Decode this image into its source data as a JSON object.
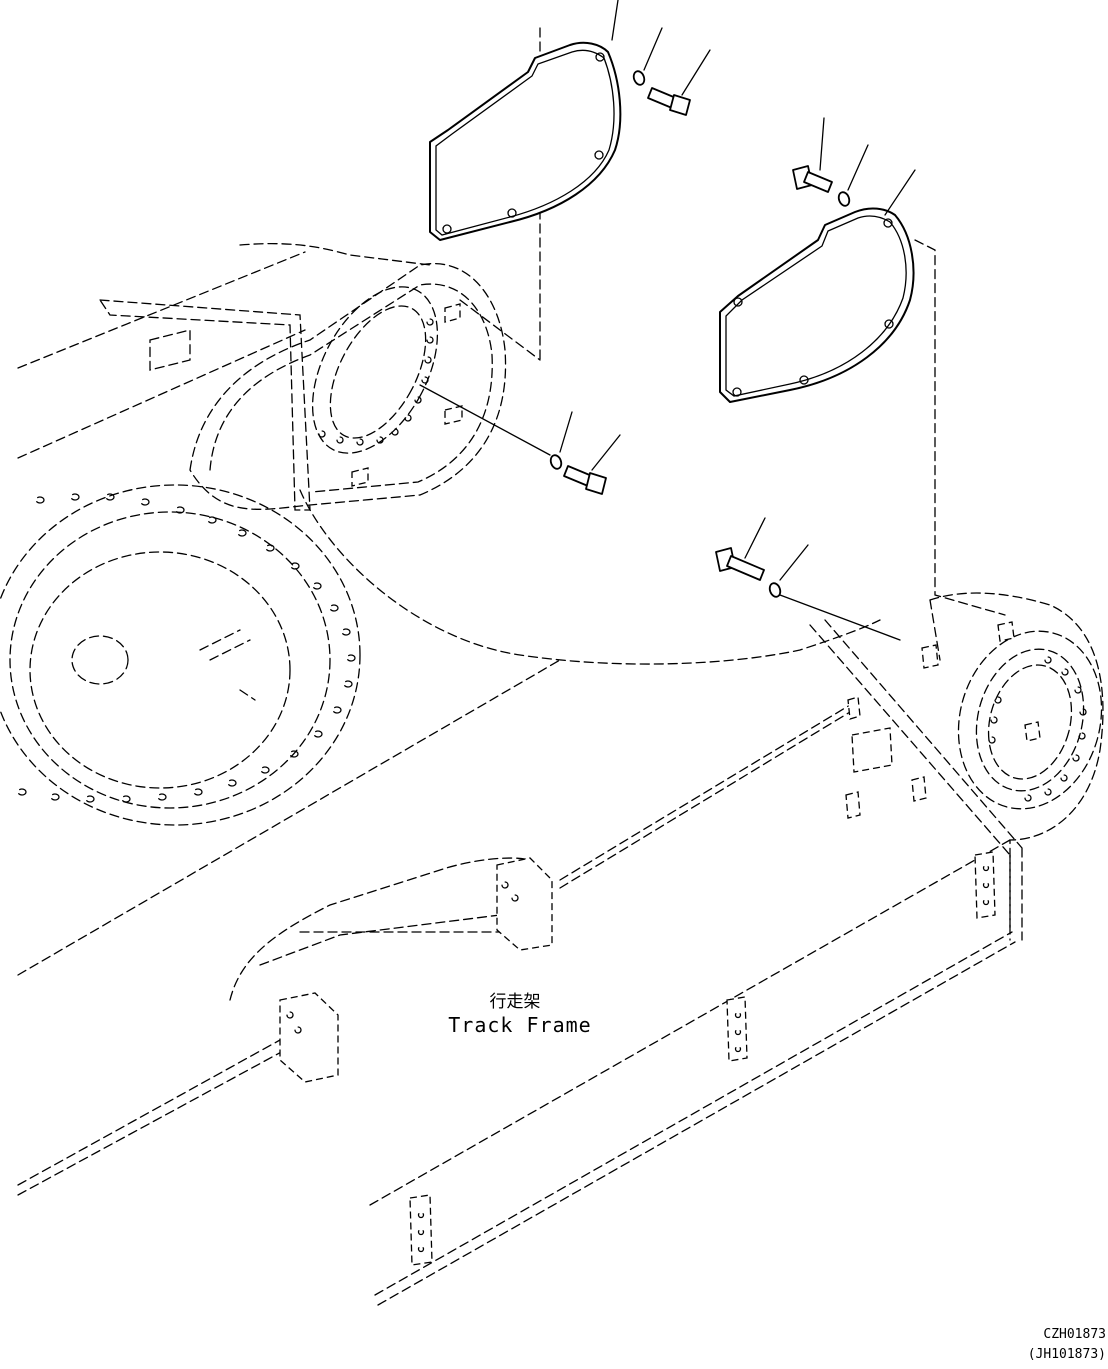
{
  "labels": {
    "part_name_cn": "行走架",
    "part_name_en": "Track Frame"
  },
  "drawing_codes": {
    "primary": "CZH01873",
    "secondary": "(JH101873)"
  },
  "icons": {
    "cover-plate": "cover-plate-icon",
    "bolt": "bolt-icon",
    "washer": "washer-icon"
  }
}
